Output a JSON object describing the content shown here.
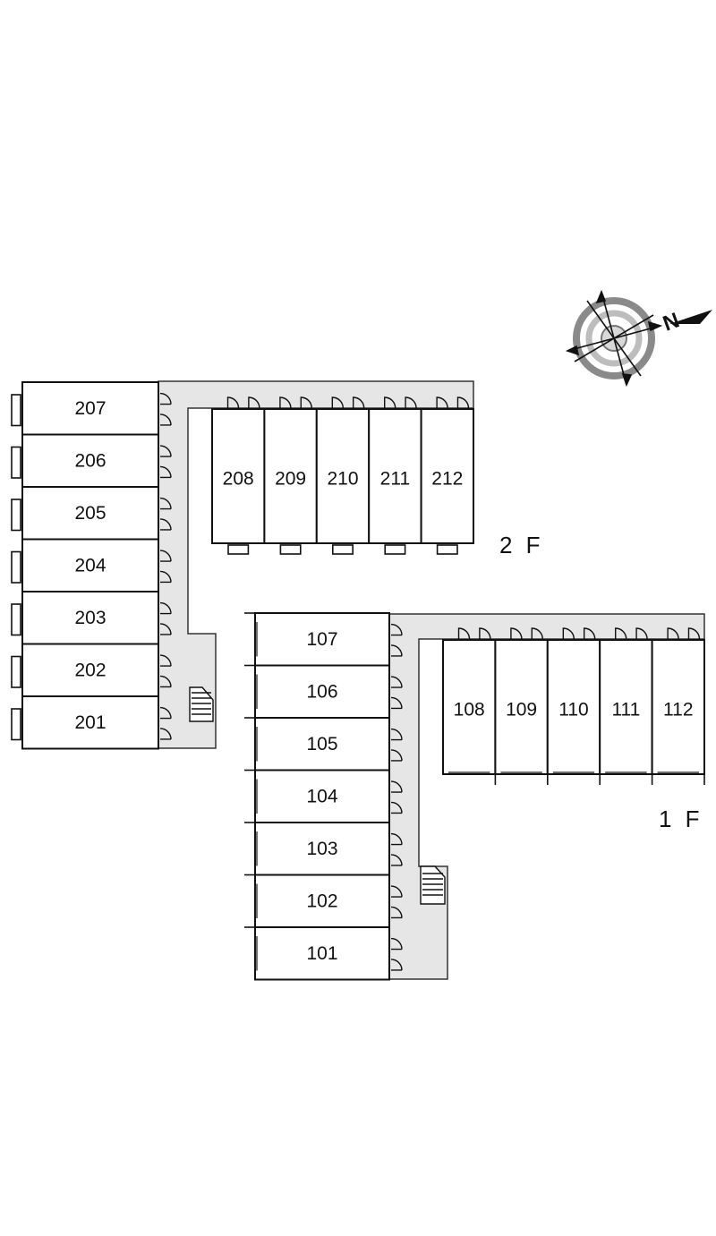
{
  "floors": {
    "second": {
      "label": "2 F",
      "west_units": [
        "207",
        "206",
        "205",
        "204",
        "203",
        "202",
        "201"
      ],
      "east_units": [
        "208",
        "209",
        "210",
        "211",
        "212"
      ]
    },
    "first": {
      "label": "1 F",
      "west_units": [
        "107",
        "106",
        "105",
        "104",
        "103",
        "102",
        "101"
      ],
      "east_units": [
        "108",
        "109",
        "110",
        "111",
        "112"
      ]
    }
  },
  "compass": {
    "north_label": "N",
    "icon": "compass-rose-icon"
  },
  "colors": {
    "line": "#111111",
    "corridor": "#e6e6e6",
    "background": "#ffffff"
  }
}
